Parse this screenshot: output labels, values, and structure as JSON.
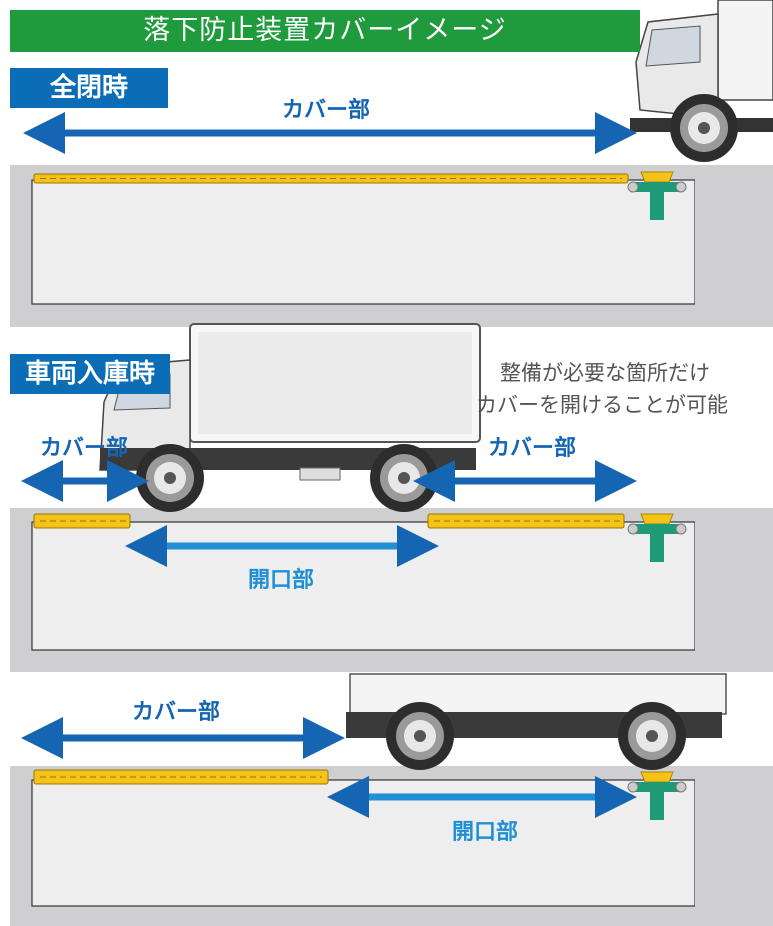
{
  "title": "落下防止装置カバーイメージ",
  "sections": [
    {
      "tag": "全閉時",
      "arrows": [
        {
          "label": "カバー部"
        }
      ]
    },
    {
      "tag": "車両入庫時",
      "note_lines": [
        "整備が必要な箇所だけ",
        "カバーを開けることが可能"
      ],
      "arrows": [
        {
          "label": "カバー部"
        },
        {
          "label": "カバー部"
        },
        {
          "label": "開口部"
        }
      ]
    },
    {
      "arrows": [
        {
          "label": "カバー部"
        },
        {
          "label": "開口部"
        }
      ]
    }
  ],
  "colors": {
    "title_bg": "#1f9b3e",
    "tag_bg": "#0a6db5",
    "arrow_dark": "#1565b3",
    "arrow_light": "#1f8fd6",
    "cover_yellow": "#f4c319",
    "stand_green": "#1f9b78",
    "pit_fill": "#eeeeef",
    "pit_frame": "#cfcfd1"
  }
}
